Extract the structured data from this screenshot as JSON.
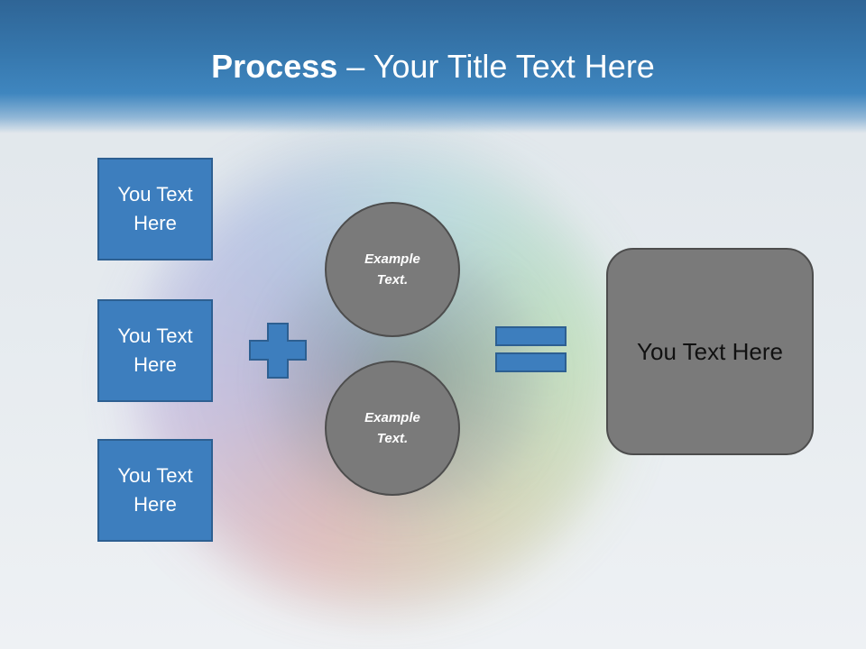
{
  "slide": {
    "title_bold": "Process",
    "title_rest": " – Your Title Text Here",
    "left_boxes": [
      {
        "label": "You Text\nHere"
      },
      {
        "label": "You Text\nHere"
      },
      {
        "label": "You Text\nHere"
      }
    ],
    "circles": [
      {
        "label": "Example\nText."
      },
      {
        "label": "Example\nText."
      }
    ],
    "operator_plus_icon": "plus-icon",
    "operator_equals_icon": "equals-icon",
    "result_label": "You Text Here"
  },
  "colors": {
    "header_blue": "#3677ad",
    "box_blue": "#3d7ebe",
    "box_border": "#2d5f91",
    "shape_gray": "#7a7a7a",
    "shape_border": "#4d4d4d"
  }
}
